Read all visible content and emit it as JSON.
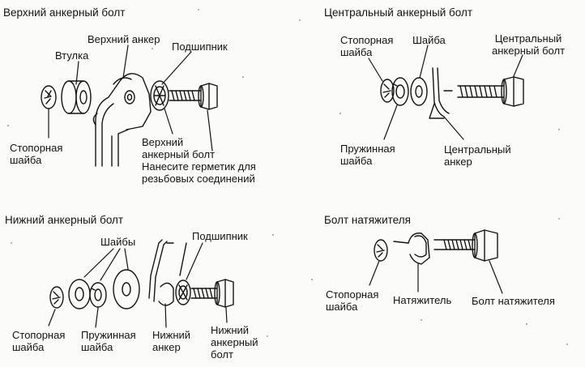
{
  "panels": {
    "upper": {
      "title": "Верхний анкерный болт",
      "labels": {
        "upper_anchor": "Верхний анкер",
        "bushing": "Втулка",
        "bearing": "Подшипник",
        "lock_washer": "Стопорная\nшайба",
        "bolt_note": "Верхний\nанкерный болт\nНанесите герметик для\nрезьбовых соединений"
      }
    },
    "central": {
      "title": "Центральный анкерный болт",
      "labels": {
        "lock_washer": "Стопорная\nшайба",
        "washer": "Шайба",
        "bolt": "Центральный\nанкерный болт",
        "spring_washer": "Пружинная\nшайба",
        "anchor": "Центральный\nанкер"
      }
    },
    "lower": {
      "title": "Нижний анкерный болт",
      "labels": {
        "washers": "Шайбы",
        "bearing": "Подшипник",
        "lock_washer": "Стопорная\nшайба",
        "spring_washer": "Пружинная\nшайба",
        "anchor": "Нижний\nанкер",
        "bolt": "Нижний\nанкерный\nболт"
      }
    },
    "tensioner": {
      "title": "Болт натяжителя",
      "labels": {
        "lock_washer": "Стопорная\nшайба",
        "tensioner": "Натяжитель",
        "bolt": "Болт натяжителя"
      }
    }
  },
  "colors": {
    "ink": "#141414",
    "paper": "#fbfbf9"
  }
}
